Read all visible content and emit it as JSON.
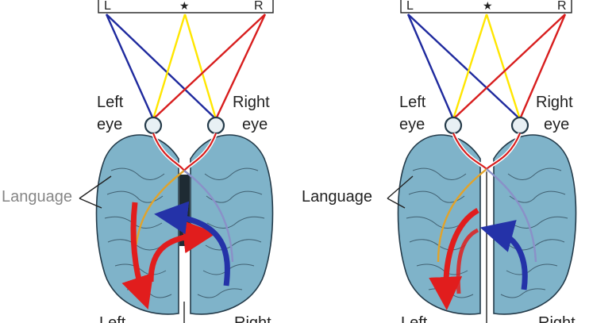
{
  "colors": {
    "background": "#ffffff",
    "brain_fill": "#7fb3c9",
    "brain_stroke": "#243b4a",
    "left_field": "#1f2a9e",
    "center": "#ffe600",
    "right_field": "#d81e1e",
    "arrow_red": "#e11d1d",
    "arrow_blue": "#2432a8"
  },
  "panels": [
    {
      "screen": {
        "left": "L",
        "center": "★",
        "right": "R"
      },
      "left_eye": [
        "Left",
        "eye"
      ],
      "right_eye": [
        "Right",
        "eye"
      ],
      "language": "Language",
      "bottom_left": "Left",
      "bottom_right": "Right"
    },
    {
      "screen": {
        "left": "L",
        "center": "★",
        "right": "R"
      },
      "left_eye": [
        "Left",
        "eye"
      ],
      "right_eye": [
        "Right",
        "eye"
      ],
      "language": "Language",
      "bottom_left": "Left",
      "bottom_right": "Right"
    }
  ]
}
